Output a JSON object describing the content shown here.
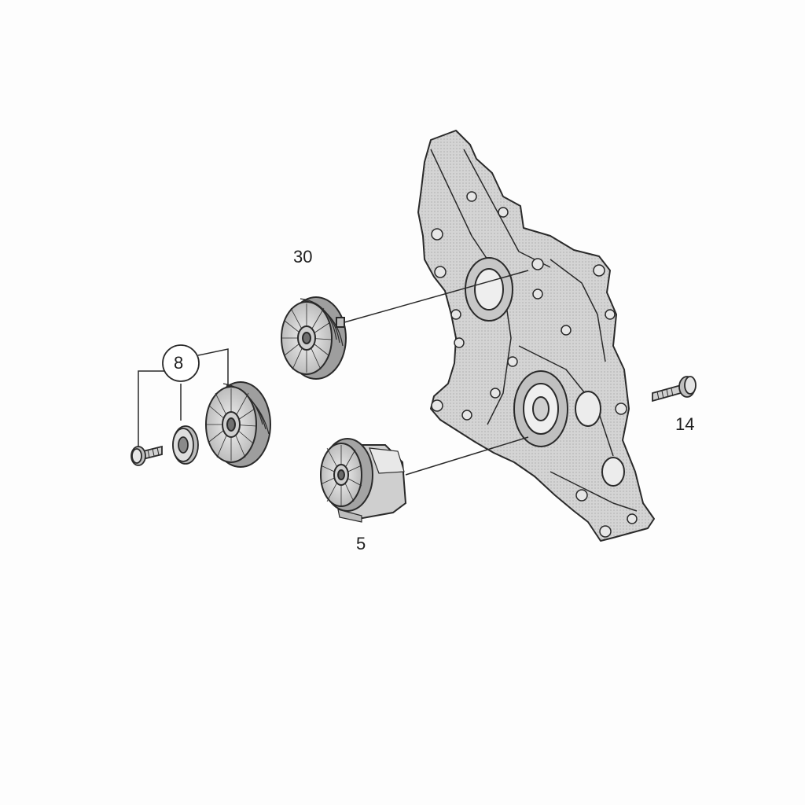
{
  "callouts": {
    "c30": "30",
    "c14": "14",
    "c5": "5",
    "c8": "8"
  },
  "colors": {
    "line": "#2a2a2a",
    "metal_light": "#d6d6d6",
    "metal_mid": "#b4b4b4",
    "metal_dark": "#7a7a7a",
    "background": "#fdfdfd"
  }
}
